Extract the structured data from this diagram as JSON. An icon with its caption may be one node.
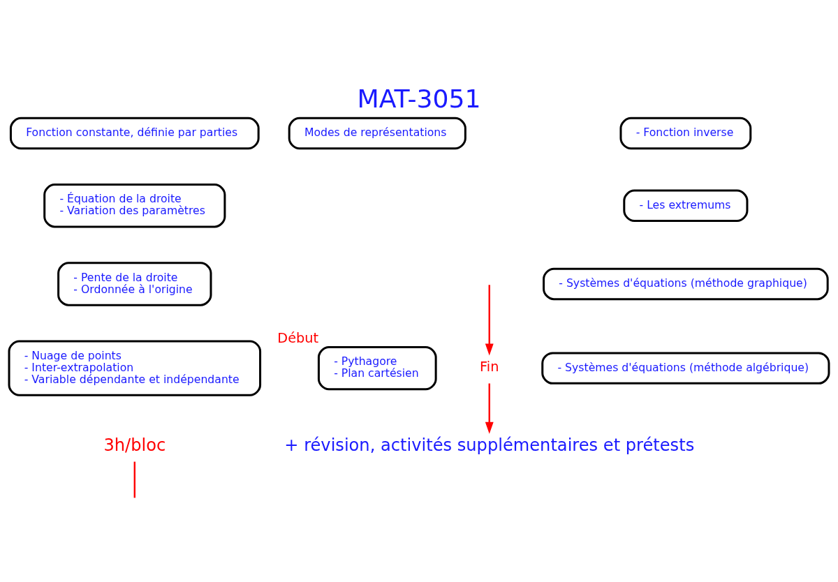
{
  "diagram": {
    "title": "MAT-3051",
    "nodes": [
      {
        "text": [
          "Fonction constante, définie par parties"
        ]
      },
      {
        "text": [
          "Modes de représentations"
        ]
      },
      {
        "text": [
          "- Fonction inverse"
        ]
      },
      {
        "text": [
          "- Équation de la droite",
          "- Variation des paramètres"
        ]
      },
      {
        "text": [
          "- Les extremums"
        ]
      },
      {
        "text": [
          "- Pente de la droite",
          "- Ordonnée à l'origine"
        ]
      },
      {
        "text": [
          "- Systèmes d'équations (méthode graphique)"
        ]
      },
      {
        "text": [
          "- Nuage de points",
          "- Inter-extrapolation",
          "- Variable dépendante et indépendante"
        ]
      },
      {
        "text": [
          "- Systèmes d'équations (méthode algébrique)"
        ]
      },
      {
        "text": [
          "- Pythagore",
          "- Plan cartésien"
        ],
        "beside": [
          "Début"
        ]
      },
      {
        "text": [
          "Fin"
        ]
      },
      {
        "text": [
          "+ révision, activités supplémentaires et prétests"
        ]
      },
      {
        "text": [
          "3h/bloc"
        ]
      }
    ],
    "edges": [
      {
        "from": null,
        "to": 10,
        "arrow": "to",
        "color": "#ff0000"
      },
      {
        "from": 10,
        "to": 11,
        "arrow": "to",
        "color": "#ff0000"
      },
      {
        "from": 12,
        "to": null,
        "arrow": "none",
        "color": "#ff0000"
      }
    ]
  }
}
